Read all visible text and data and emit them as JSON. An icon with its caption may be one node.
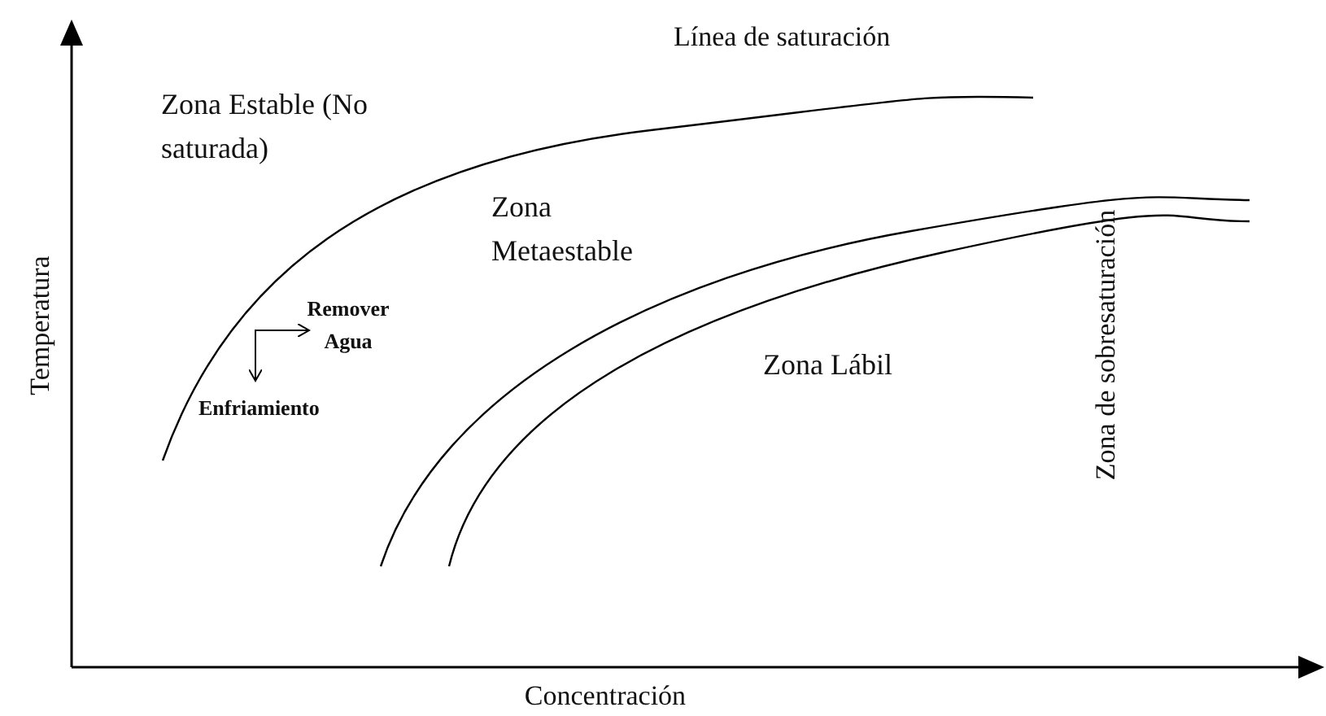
{
  "diagram": {
    "labels": [
      "Línea de saturación",
      "Zona Estable (No saturada)",
      "Zona Metaestable",
      "Zona de sobresaturación",
      "Remover Agua",
      "Zona Lábil",
      "Enfriamiento",
      "Temperatura",
      "Concentración"
    ]
  }
}
